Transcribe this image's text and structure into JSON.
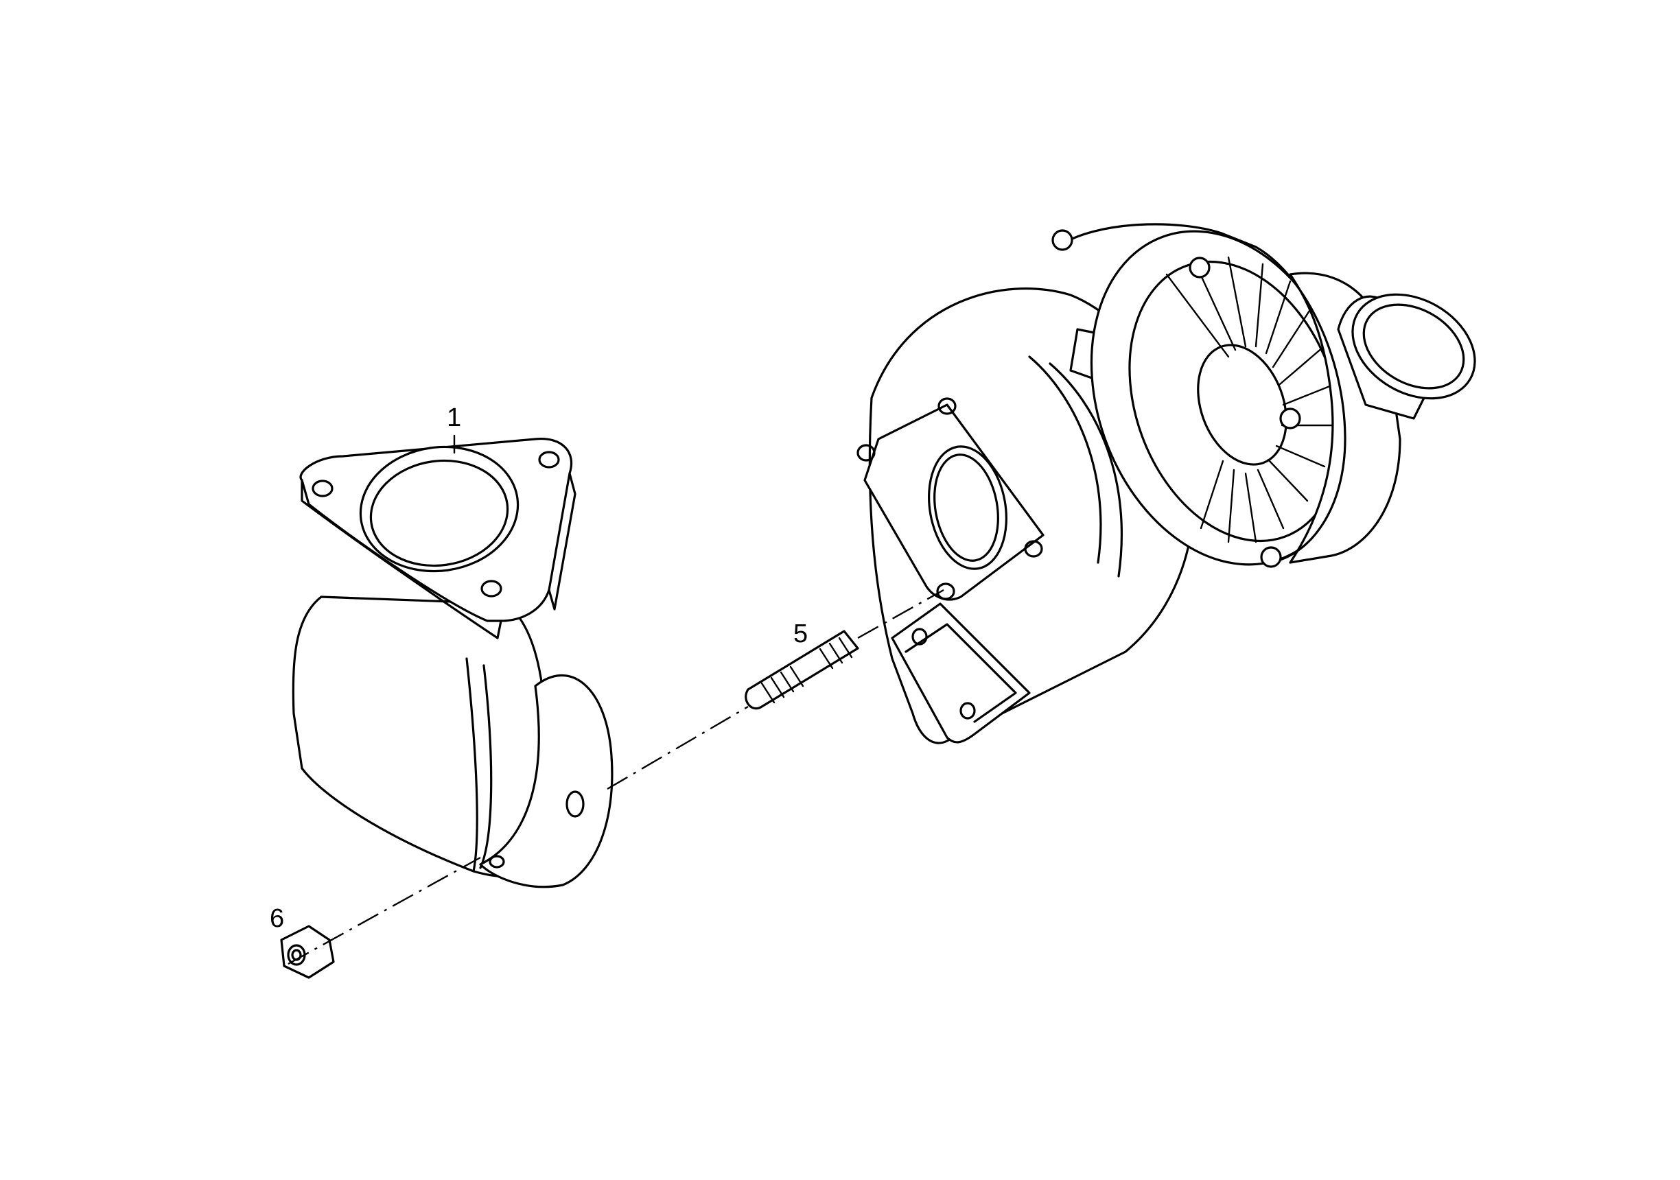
{
  "callouts": [
    {
      "id": "1",
      "label": "1",
      "part": "exhaust-elbow"
    },
    {
      "id": "5",
      "label": "5",
      "part": "stud"
    },
    {
      "id": "6",
      "label": "6",
      "part": "hex-nut"
    }
  ]
}
